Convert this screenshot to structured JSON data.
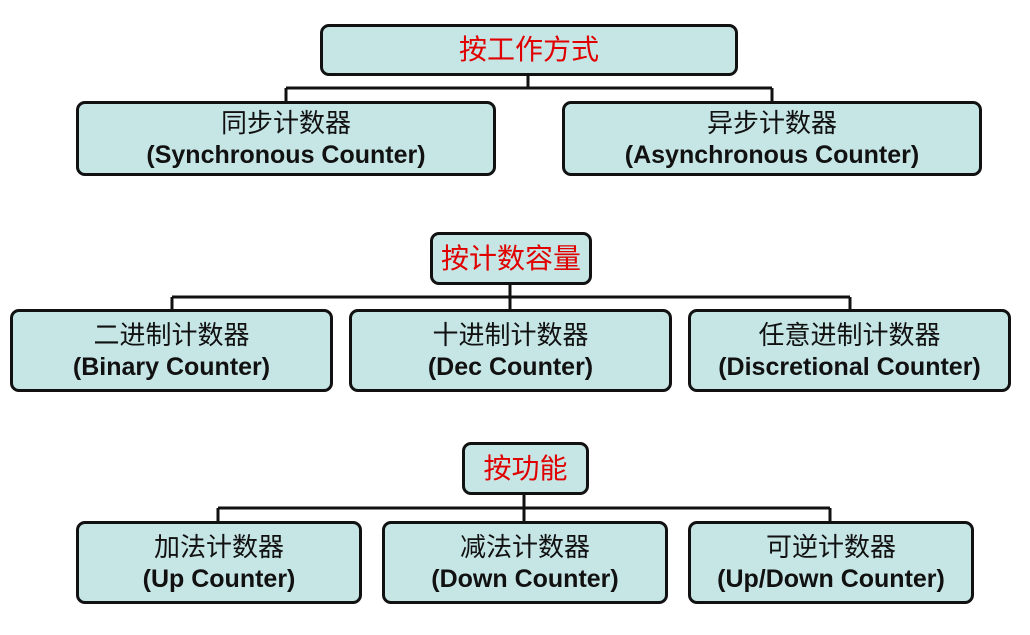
{
  "groups": [
    {
      "title": "按工作方式",
      "items": [
        {
          "zh": "同步计数器",
          "en": "(Synchronous Counter)"
        },
        {
          "zh": "异步计数器",
          "en": "(Asynchronous Counter)"
        }
      ]
    },
    {
      "title": "按计数容量",
      "items": [
        {
          "zh": "二进制计数器",
          "en": "(Binary Counter)"
        },
        {
          "zh": "十进制计数器",
          "en": "(Dec Counter)"
        },
        {
          "zh": "任意进制计数器",
          "en": "(Discretional Counter)"
        }
      ]
    },
    {
      "title": "按功能",
      "items": [
        {
          "zh": "加法计数器",
          "en": "(Up Counter)"
        },
        {
          "zh": "减法计数器",
          "en": "(Down Counter)"
        },
        {
          "zh": "可逆计数器",
          "en": "(Up/Down Counter)"
        }
      ]
    }
  ],
  "colors": {
    "box_fill": "#c6e6e6",
    "header_text": "#e00000",
    "border": "#111111"
  }
}
